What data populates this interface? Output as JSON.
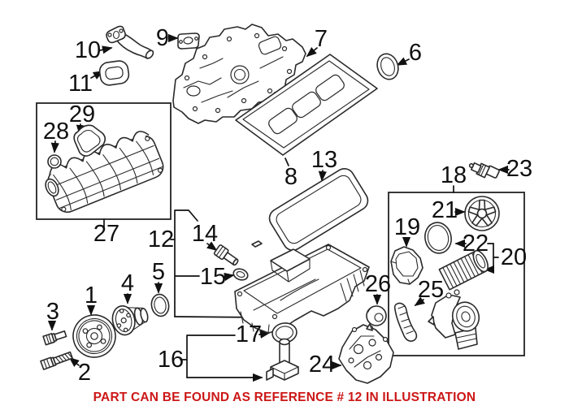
{
  "note": {
    "text": "PART CAN BE FOUND AS REFERENCE # 12 IN ILLUSTRATION"
  },
  "colors": {
    "line": "#2a2a2a",
    "label": "#101010",
    "note_red": "#cc1717",
    "background": "#ffffff"
  },
  "callouts": {
    "c1": {
      "label": "1"
    },
    "c2": {
      "label": "2"
    },
    "c3": {
      "label": "3"
    },
    "c4": {
      "label": "4"
    },
    "c5": {
      "label": "5"
    },
    "c6": {
      "label": "6"
    },
    "c7": {
      "label": "7"
    },
    "c8": {
      "label": "8"
    },
    "c9": {
      "label": "9"
    },
    "c10": {
      "label": "10"
    },
    "c11": {
      "label": "11"
    },
    "c12": {
      "label": "12"
    },
    "c13": {
      "label": "13"
    },
    "c14": {
      "label": "14"
    },
    "c15": {
      "label": "15"
    },
    "c16": {
      "label": "16"
    },
    "c17": {
      "label": "17"
    },
    "c18": {
      "label": "18"
    },
    "c19": {
      "label": "19"
    },
    "c20": {
      "label": "20"
    },
    "c21": {
      "label": "21"
    },
    "c22": {
      "label": "22"
    },
    "c23": {
      "label": "23"
    },
    "c24": {
      "label": "24"
    },
    "c25": {
      "label": "25"
    },
    "c26": {
      "label": "26"
    },
    "c27": {
      "label": "27"
    },
    "c28": {
      "label": "28"
    },
    "c29": {
      "label": "29"
    }
  }
}
